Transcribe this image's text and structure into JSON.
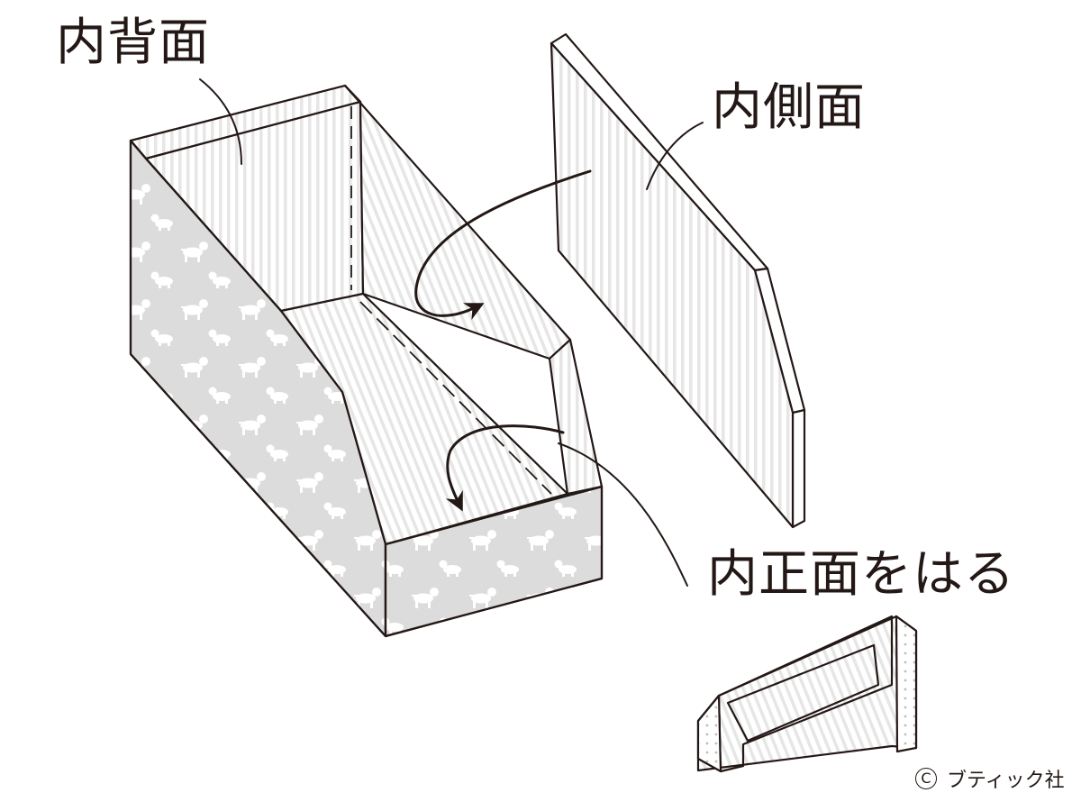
{
  "labels": {
    "inner_back": "内背面",
    "inner_side": "内側面",
    "inner_front": "内正面をはる"
  },
  "copyright": {
    "symbol": "C",
    "text": "ブティック社"
  },
  "colors": {
    "line": "#231815",
    "stripe_paper": "#e6e6e6",
    "pattern_fabric": "#dcdcdc",
    "background": "#ffffff"
  }
}
